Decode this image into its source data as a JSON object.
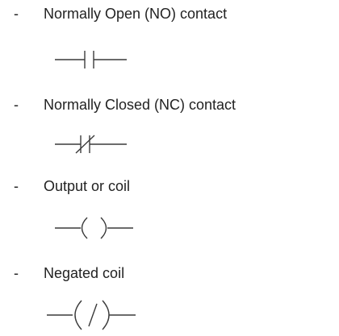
{
  "items": [
    {
      "bullet": "-",
      "label": "Normally Open (NO) contact",
      "symbol": "no-contact-icon"
    },
    {
      "bullet": "-",
      "label": "Normally Closed (NC) contact",
      "symbol": "nc-contact-icon"
    },
    {
      "bullet": "-",
      "label": "Output or coil",
      "symbol": "coil-icon"
    },
    {
      "bullet": "-",
      "label": "Negated coil",
      "symbol": "negated-coil-icon"
    }
  ],
  "colors": {
    "text": "#222222",
    "symbol_stroke": "#3a3a3a",
    "background": "#ffffff"
  }
}
